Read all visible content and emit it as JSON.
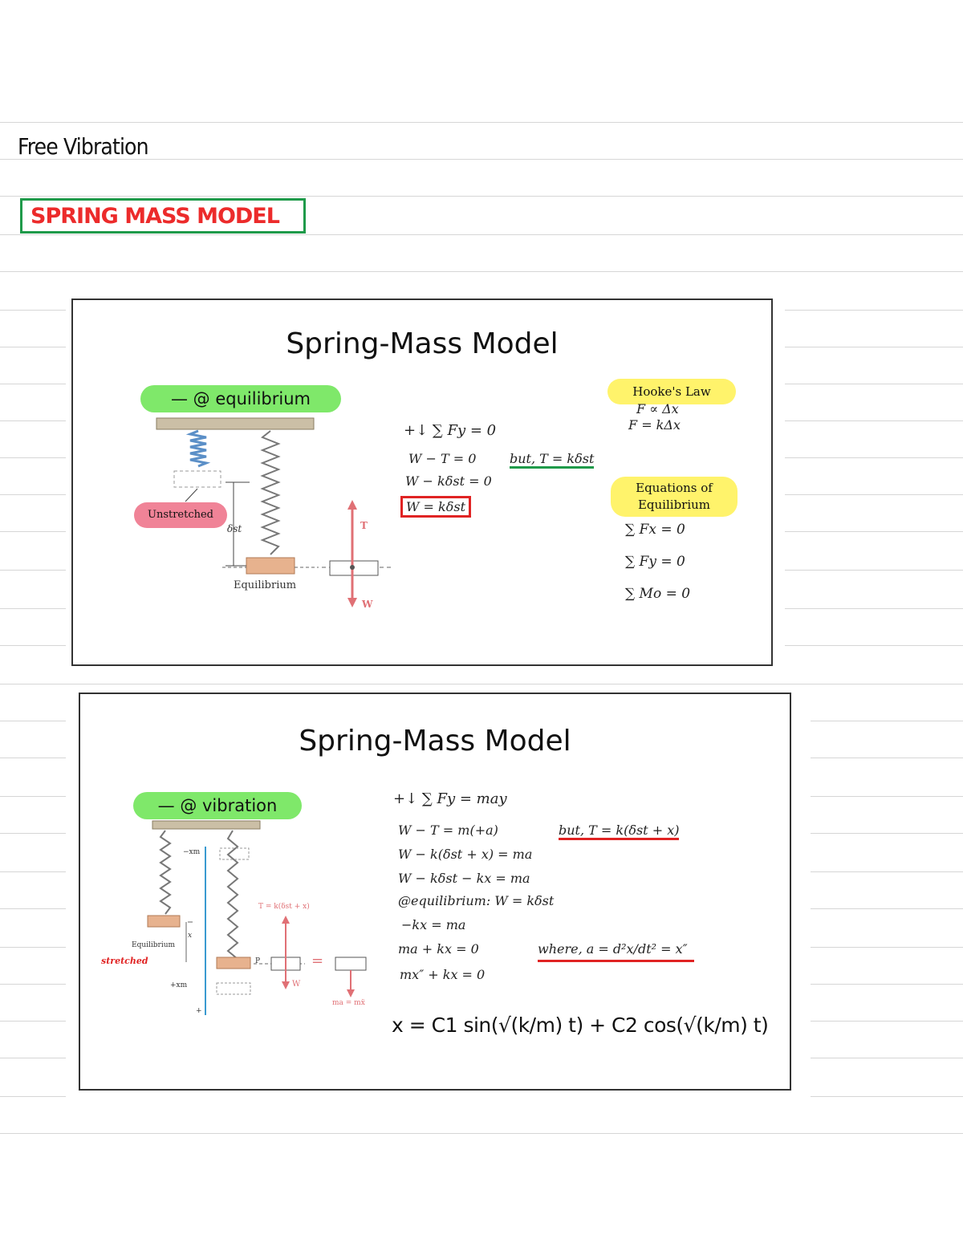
{
  "page": {
    "title": "Free Vibration",
    "heading": "SPRING MASS   MODEL"
  },
  "slide1": {
    "title": "Spring-Mass Model",
    "badge": "— @ equilibrium",
    "unstretched": "Unstretched",
    "equilibrium": "Equilibrium",
    "delta_st": "δst",
    "tension": "T",
    "weight": "W",
    "equations": [
      "+↓ ∑ Fy = 0",
      "W − T = 0",
      "but, T = kδst",
      "W − kδst = 0",
      "W = kδst"
    ],
    "hooke": {
      "title": "Hooke's Law",
      "line1": "F ∝ Δx",
      "line2": "F = kΔx"
    },
    "equilibrium_eqs": {
      "title": "Equations of Equilibrium",
      "eq1": "∑ Fx = 0",
      "eq2": "∑ Fy = 0",
      "eq3": "∑ Mo = 0"
    }
  },
  "slide2": {
    "title": "Spring-Mass Model",
    "badge": "— @ vibration",
    "stretched": "stretched",
    "equilibrium": "Equilibrium",
    "minus_xm": "−xm",
    "plus_xm": "+xm",
    "x_label": "x",
    "plus": "+",
    "tension": "T = k(δst + x)",
    "weight": "W",
    "ma": "ma = mẍ",
    "p_label": "P",
    "equals": "=",
    "equations": [
      "+↓ ∑ Fy = may",
      "W − T = m(+a)",
      "but, T = k(δst + x)",
      "W − k(δst + x) = ma",
      "W − kδst − kx = ma",
      "@equilibrium: W = kδst",
      "−kx = ma",
      "ma + kx = 0",
      "where, a = d²x/dt² = x″",
      "mx″ + kx = 0"
    ],
    "solution": "x = C1 sin(√(k/m) t) + C2 cos(√(k/m) t)"
  }
}
